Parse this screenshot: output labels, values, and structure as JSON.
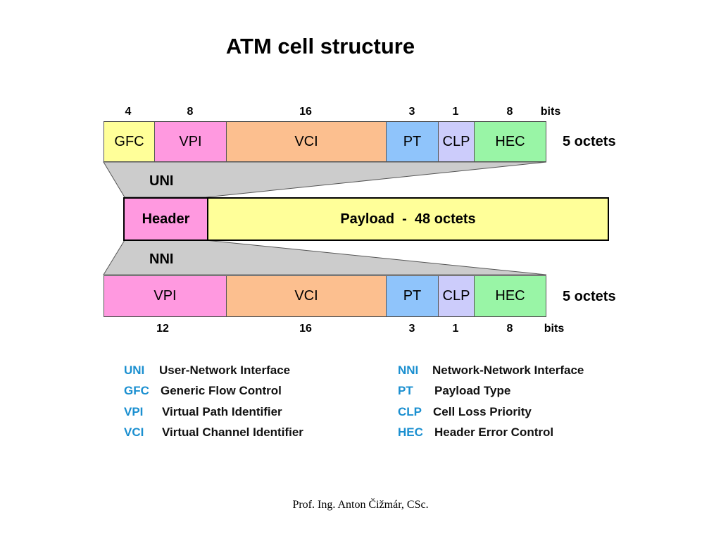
{
  "title": "ATM cell structure",
  "colors": {
    "gfc": "#ffff99",
    "vpi": "#ff99e0",
    "vci": "#fcbf8f",
    "pt": "#8fc4fb",
    "clp": "#ccccfb",
    "hec": "#99f5a6",
    "header": "#ff99e0",
    "payload": "#ffff99",
    "funnel": "#cccccc",
    "legend_abbr": "#1a8fd0"
  },
  "uni_header": {
    "bits": [
      "4",
      "8",
      "16",
      "3",
      "1",
      "8"
    ],
    "bits_unit": "bits",
    "fields": [
      "GFC",
      "VPI",
      "VCI",
      "PT",
      "CLP",
      "HEC"
    ],
    "size_label": "5 octets",
    "label": "UNI"
  },
  "cell": {
    "header_label": "Header",
    "payload_label": "Payload  -  48 octets"
  },
  "nni_header": {
    "label": "NNI",
    "fields": [
      "VPI",
      "VCI",
      "PT",
      "CLP",
      "HEC"
    ],
    "size_label": "5 octets",
    "bits": [
      "12",
      "16",
      "3",
      "1",
      "8"
    ],
    "bits_unit": "bits"
  },
  "legend": {
    "left": [
      {
        "abbr": "UNI",
        "desc": "User-Network Interface"
      },
      {
        "abbr": "GFC",
        "desc": "Generic Flow Control"
      },
      {
        "abbr": "VPI",
        "desc": "Virtual Path Identifier"
      },
      {
        "abbr": "VCI",
        "desc": "Virtual Channel Identifier"
      }
    ],
    "right": [
      {
        "abbr": "NNI",
        "desc": "Network-Network Interface"
      },
      {
        "abbr": "PT",
        "desc": "Payload Type"
      },
      {
        "abbr": "CLP",
        "desc": "Cell Loss Priority"
      },
      {
        "abbr": "HEC",
        "desc": "Header Error Control"
      }
    ]
  },
  "footer": "Prof. Ing. Anton Čižmár, CSc."
}
